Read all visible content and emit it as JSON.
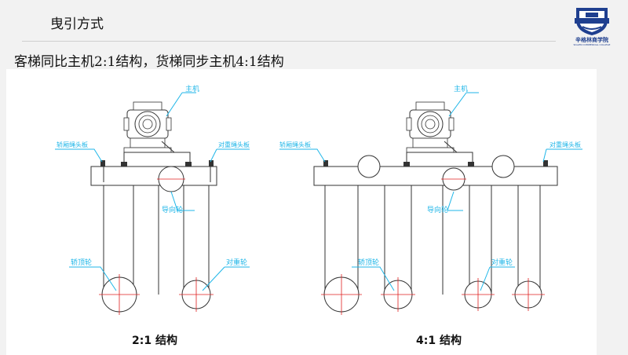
{
  "header": {
    "title": "曳引方式"
  },
  "logo": {
    "name": "辛格林商学院",
    "subtitle": "SIGLEN COMMERCIAL COLLEGE"
  },
  "subtitle": "客梯同比主机2:1结构，货梯同步主机4:1结构",
  "left_diagram": {
    "labels": {
      "motor": "主机",
      "car_hitch": "轿厢绳头板",
      "cw_hitch": "对重绳头板",
      "deflector": "导向轮",
      "car_sheave": "轿顶轮",
      "cw_sheave": "对重轮"
    },
    "caption": "2:1 结构"
  },
  "right_diagram": {
    "labels": {
      "motor": "主机",
      "car_hitch": "轿厢绳头板",
      "cw_hitch": "对重绳头板",
      "deflector": "导向轮",
      "car_sheave": "轿顶轮",
      "cw_sheave": "对重轮"
    },
    "caption": "4:1 结构"
  },
  "colors": {
    "label": "#1fb6e8",
    "centerline": "#e02020",
    "line": "#333333",
    "brand": "#1f3f8f"
  }
}
